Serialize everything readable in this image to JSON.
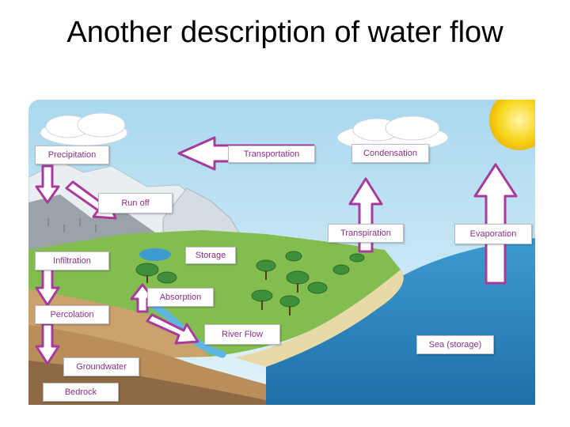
{
  "title": "Another description of water flow",
  "labels": {
    "precipitation": "Precipitation",
    "transportation": "Transportation",
    "condensation": "Condensation",
    "run_off": "Run off",
    "transpiration": "Transpiration",
    "evaporation": "Evaporation",
    "infiltration": "Infiltration",
    "storage": "Storage",
    "absorption": "Absorption",
    "percolation": "Percolation",
    "river_flow": "River Flow",
    "sea_storage": "Sea (storage)",
    "groundwater": "Groundwater",
    "bedrock": "Bedrock"
  },
  "colors": {
    "arrow_fill": "#ffffff",
    "arrow_stroke": "#a83a9c",
    "label_text": "#8a2f86",
    "sky": "#bfe3f3",
    "sea": "#2f8fc8",
    "land": "#7cb342",
    "sun": "#f7d417"
  }
}
